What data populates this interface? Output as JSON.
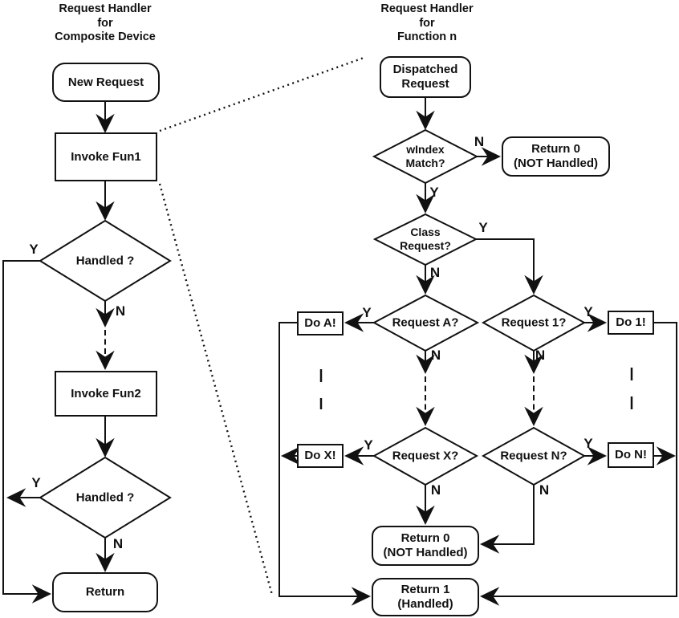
{
  "colors": {
    "line": "#111111",
    "background": "#ffffff",
    "text": "#111111"
  },
  "left_flow": {
    "title": "Request Handler\nfor\nComposite Device",
    "new_request": "New Request",
    "invoke_fun1": "Invoke Fun1",
    "handled_1": "Handled ?",
    "handled_1_yes": "Y",
    "handled_1_no": "N",
    "invoke_fun2": "Invoke Fun2",
    "handled_2": "Handled ?",
    "handled_2_yes": "Y",
    "handled_2_no": "N",
    "return": "Return"
  },
  "right_flow": {
    "title": "Request Handler\nfor\nFunction n",
    "dispatched_request": "Dispatched\nRequest",
    "windex_match": "wIndex\nMatch?",
    "windex_no": "N",
    "windex_yes": "Y",
    "return0_top": "Return 0\n(NOT Handled)",
    "class_request": "Class\nRequest?",
    "class_yes": "Y",
    "class_no": "N",
    "request_a": "Request A?",
    "request_a_yes": "Y",
    "request_a_no": "N",
    "do_a": "Do A!",
    "request_x": "Request X?",
    "request_x_yes": "Y",
    "request_x_no": "N",
    "do_x": "Do X!",
    "request_1": "Request 1?",
    "request_1_yes": "Y",
    "request_1_no": "N",
    "do_1": "Do 1!",
    "request_n": "Request N?",
    "request_n_yes": "Y",
    "request_n_no": "N",
    "do_n": "Do N!",
    "return0_bottom": "Return 0\n(NOT Handled)",
    "return1": "Return 1\n(Handled)"
  }
}
